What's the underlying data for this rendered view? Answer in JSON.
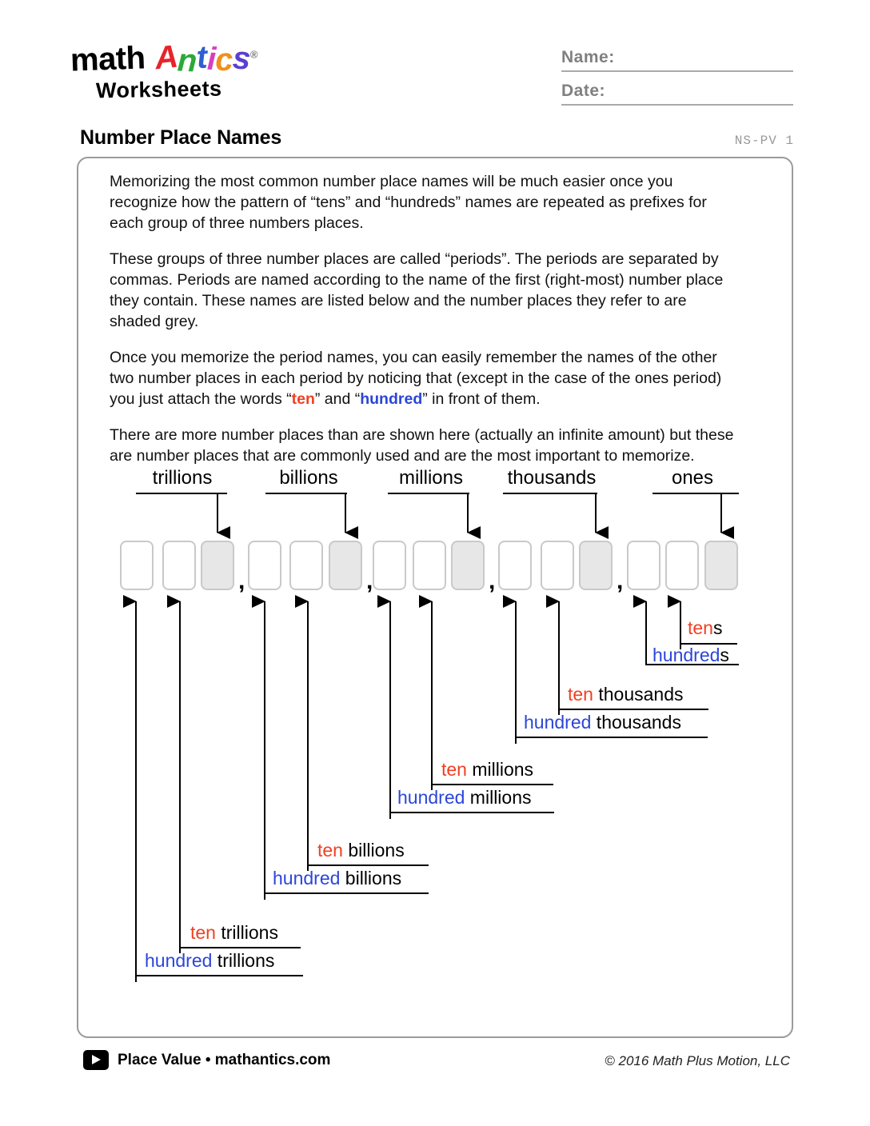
{
  "brand": {
    "logo_word1": "math",
    "logo_word2_letters": [
      "A",
      "n",
      "t",
      "i",
      "c",
      "s"
    ],
    "logo_registered": "®",
    "logo_line2": "Worksheets",
    "colors": {
      "A": "#e8232a",
      "n": "#2aa938",
      "t": "#2f5fd0",
      "i": "#d63fc0",
      "c": "#f0901c",
      "s": "#5b3fd0",
      "ten": "#ef4123",
      "hundred": "#2b46d8",
      "box_border": "#c9c9c9",
      "box_shade": "#e7e7e7"
    }
  },
  "header": {
    "name_label": "Name:",
    "name_value": "",
    "date_label": "Date:",
    "date_value": "",
    "title": "Number Place Names",
    "code": "NS-PV 1"
  },
  "prose": {
    "p1_a": "Memorizing the most common number place names will be much easier once you recognize how the pattern of ",
    "p1_b": "“tens”",
    "p1_c": " and ",
    "p1_d": "“hundreds”",
    "p1_e": " names are repeated as prefixes for each group of three numbers places.",
    "p2": "These groups of three number places are called “periods”.  The periods are separated by commas. Periods are named according to the name of the first (right-most) number place they contain. These names are listed below  and the number places they refer to are shaded grey.",
    "p3_a": "Once you memorize the period names, you can easily remember the names of the other two number places in each period by noticing that (except in the case of the ones period) you just attach the words “",
    "p3_ten": "ten",
    "p3_b": "” and “",
    "p3_hundred": "hundred",
    "p3_c": "” in front of them.",
    "p4": "There are more number places than are shown here (actually an infinite amount) but these are number places that are commonly used and are the most important to memorize."
  },
  "chart_data": {
    "type": "diagram",
    "title": "Number Place Names place-value chart",
    "periods": [
      "trillions",
      "billions",
      "millions",
      "thousands",
      "ones"
    ],
    "boxes_per_period": 3,
    "total_boxes": 15,
    "shaded_box_index_in_period": 3,
    "separator": ",",
    "place_labels": [
      {
        "prefix": "ten",
        "prefix_color": "#ef4123",
        "base": "s",
        "full": "tens"
      },
      {
        "prefix": "hundred",
        "prefix_color": "#2b46d8",
        "base": "s",
        "full": "hundreds"
      },
      {
        "prefix": "ten",
        "prefix_color": "#ef4123",
        "base": " thousands",
        "full": "ten thousands"
      },
      {
        "prefix": "hundred",
        "prefix_color": "#2b46d8",
        "base": " thousands",
        "full": "hundred thousands"
      },
      {
        "prefix": "ten",
        "prefix_color": "#ef4123",
        "base": " millions",
        "full": "ten millions"
      },
      {
        "prefix": "hundred",
        "prefix_color": "#2b46d8",
        "base": " millions",
        "full": "hundred millions"
      },
      {
        "prefix": "ten",
        "prefix_color": "#ef4123",
        "base": " billions",
        "full": "ten billions"
      },
      {
        "prefix": "hundred",
        "prefix_color": "#2b46d8",
        "base": " billions",
        "full": "hundred billions"
      },
      {
        "prefix": "ten",
        "prefix_color": "#ef4123",
        "base": " trillions",
        "full": "ten trillions"
      },
      {
        "prefix": "hundred",
        "prefix_color": "#2b46d8",
        "base": " trillions",
        "full": "hundred trillions"
      }
    ]
  },
  "footer": {
    "left_text": "Place Value • mathantics.com",
    "right_text": "© 2016 Math Plus Motion, LLC",
    "play_icon": "play-icon"
  }
}
